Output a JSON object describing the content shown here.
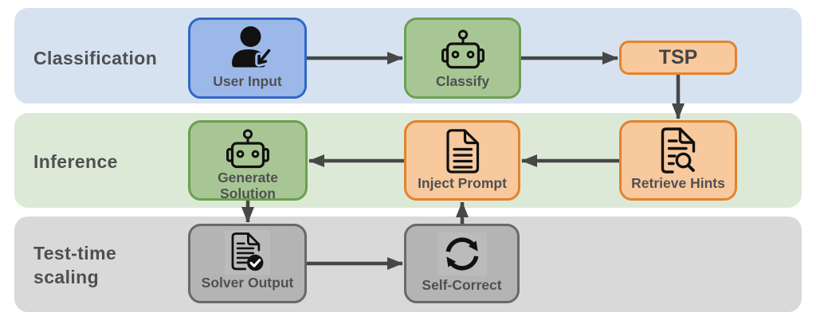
{
  "diagram": {
    "background": "#ffffff",
    "arrow_color": "#474747"
  },
  "lanes": [
    {
      "id": "classification",
      "label": "Classification",
      "fill": "#d7e2f1"
    },
    {
      "id": "inference",
      "label": "Inference",
      "fill": "#dde9d7"
    },
    {
      "id": "test-time-scaling",
      "label": "Test-time scaling",
      "fill": "#d9d9d9"
    }
  ],
  "nodes": [
    {
      "id": "user-input",
      "label": "User Input",
      "icon": "person-input-icon",
      "lane": "classification",
      "fill": "#9cb8e8",
      "border": "#2f68c6"
    },
    {
      "id": "classify",
      "label": "Classify",
      "icon": "robot-icon",
      "lane": "classification",
      "fill": "#a8c694",
      "border": "#6aa150"
    },
    {
      "id": "tsp",
      "label": "TSP",
      "icon": "",
      "lane": "classification",
      "fill": "#f8c99d",
      "border": "#e2832f"
    },
    {
      "id": "generate-solution",
      "label": "Generate Solution",
      "icon": "robot-icon",
      "lane": "inference",
      "fill": "#a8c694",
      "border": "#6aa150"
    },
    {
      "id": "inject-prompt",
      "label": "Inject Prompt",
      "icon": "file-text-icon",
      "lane": "inference",
      "fill": "#f8c99d",
      "border": "#e2832f"
    },
    {
      "id": "retrieve-hints",
      "label": "Retrieve Hints",
      "icon": "file-search-icon",
      "lane": "inference",
      "fill": "#f8c99d",
      "border": "#e2832f"
    },
    {
      "id": "solver-output",
      "label": "Solver Output",
      "icon": "file-check-icon",
      "lane": "test-time-scaling",
      "fill": "#b3b4b3",
      "border": "#696969"
    },
    {
      "id": "self-correct",
      "label": "Self-Correct",
      "icon": "refresh-icon",
      "lane": "test-time-scaling",
      "fill": "#b3b4b3",
      "border": "#696969"
    }
  ],
  "edges": [
    {
      "from": "user-input",
      "to": "classify",
      "direction": "right"
    },
    {
      "from": "classify",
      "to": "tsp",
      "direction": "right"
    },
    {
      "from": "tsp",
      "to": "retrieve-hints",
      "direction": "down"
    },
    {
      "from": "retrieve-hints",
      "to": "inject-prompt",
      "direction": "left"
    },
    {
      "from": "inject-prompt",
      "to": "generate-solution",
      "direction": "left"
    },
    {
      "from": "generate-solution",
      "to": "solver-output",
      "direction": "down"
    },
    {
      "from": "solver-output",
      "to": "self-correct",
      "direction": "right"
    },
    {
      "from": "self-correct",
      "to": "inject-prompt",
      "direction": "up"
    }
  ]
}
